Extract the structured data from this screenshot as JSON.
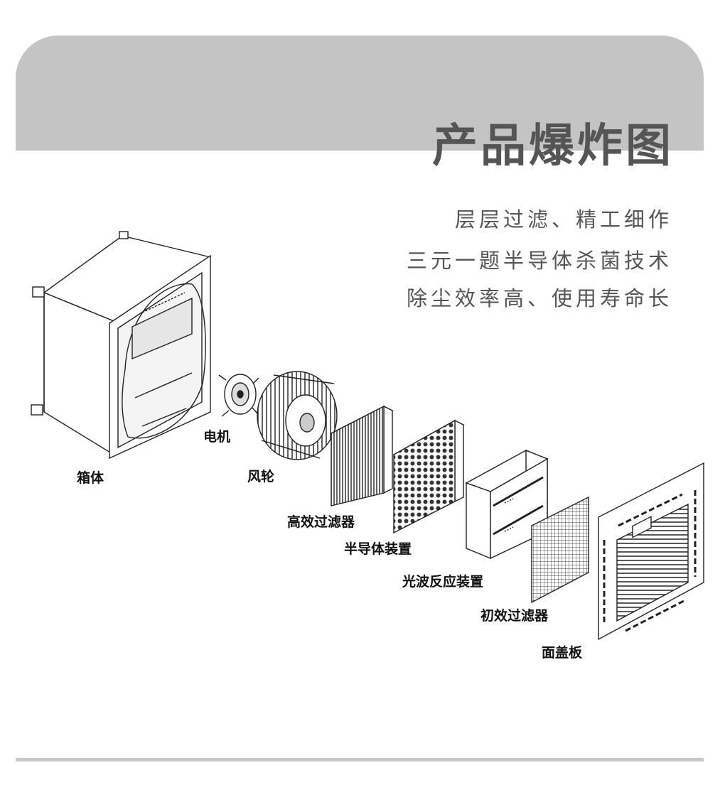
{
  "header": {
    "title": "产品爆炸图",
    "subtitles": [
      "层层过滤、精工细作",
      "三元一题半导体杀菌技术",
      "除尘效率高、使用寿命长"
    ],
    "band_color": "#c4c4c4",
    "title_color": "#555555"
  },
  "labels": {
    "box": "箱体",
    "motor": "电机",
    "fan": "风轮",
    "hepa": "高效过滤器",
    "semiconductor": "半导体装置",
    "photo": "光波反应装置",
    "primary": "初效过滤器",
    "panel": "面盖板"
  },
  "footer": {
    "rule_color": "#c8c8c8"
  }
}
